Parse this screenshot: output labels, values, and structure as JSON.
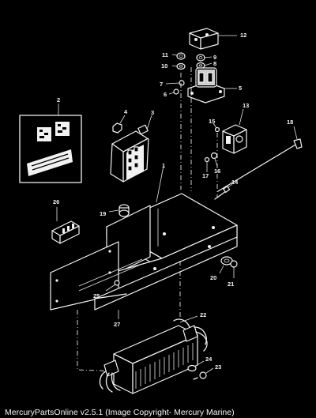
{
  "caption": "MercuryPartsOnline v2.5.1 (Image Copyright- Mercury Marine)",
  "callouts": [
    "1",
    "2",
    "3",
    "4",
    "5",
    "6",
    "7",
    "8",
    "9",
    "10",
    "11",
    "12",
    "13",
    "14",
    "15",
    "16",
    "17",
    "18",
    "19",
    "20",
    "21",
    "22",
    "23",
    "24",
    "25",
    "26",
    "27"
  ]
}
